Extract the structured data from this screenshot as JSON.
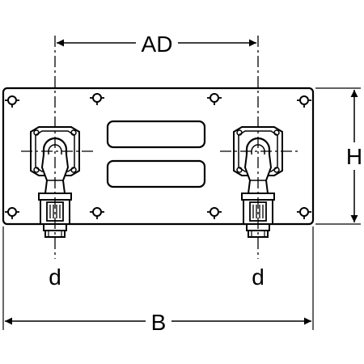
{
  "dimensions": {
    "ad_label": "AD",
    "h_label": "H",
    "b_label": "B",
    "d_left_label": "d",
    "d_right_label": "d"
  },
  "colors": {
    "line": "#000000",
    "background": "#ffffff"
  }
}
